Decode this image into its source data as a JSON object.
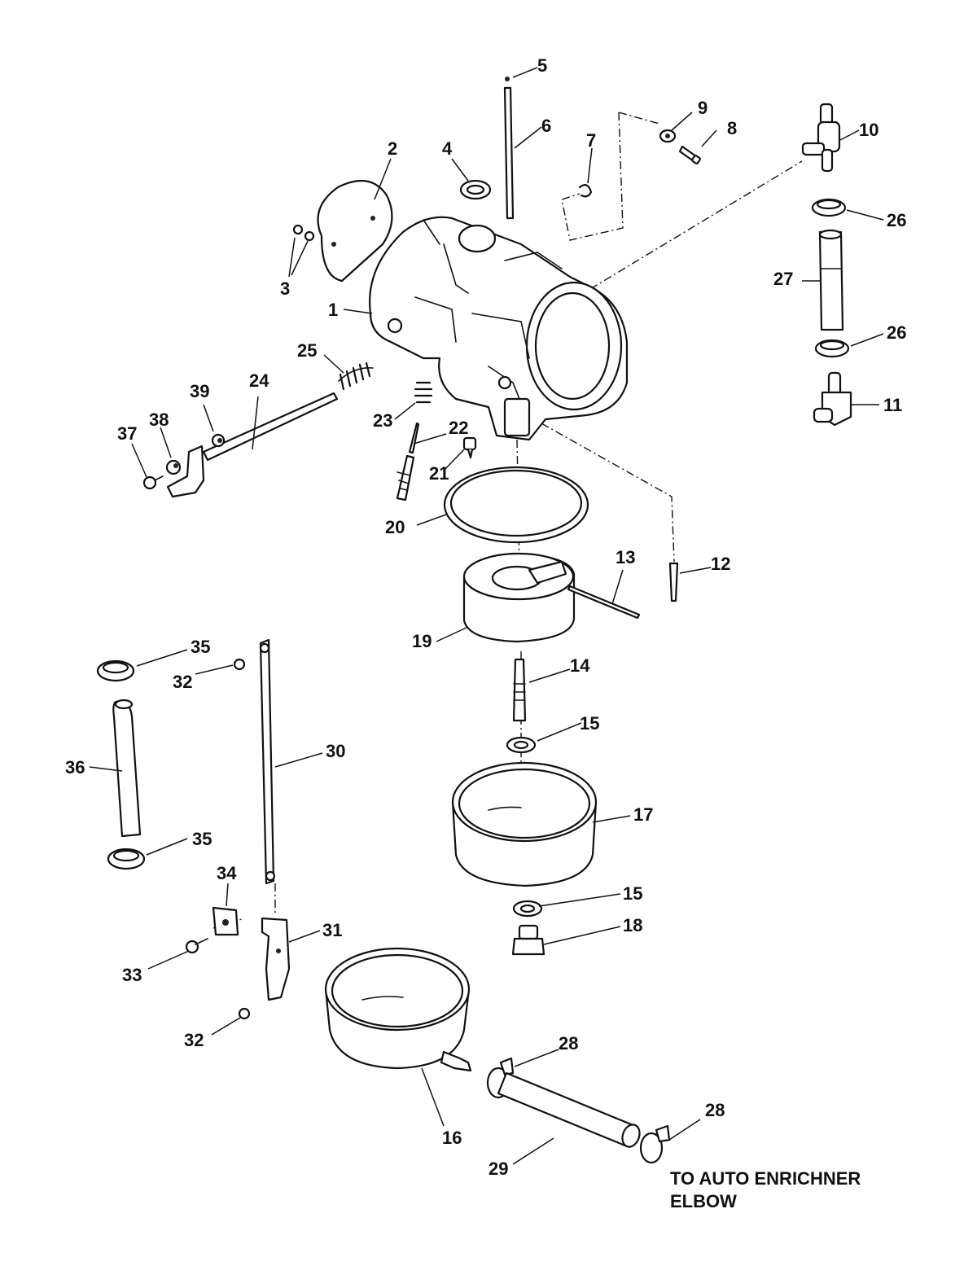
{
  "callouts": [
    {
      "id": "1",
      "label": "1"
    },
    {
      "id": "2",
      "label": "2"
    },
    {
      "id": "3",
      "label": "3"
    },
    {
      "id": "4",
      "label": "4"
    },
    {
      "id": "5",
      "label": "5"
    },
    {
      "id": "6",
      "label": "6"
    },
    {
      "id": "7",
      "label": "7"
    },
    {
      "id": "8",
      "label": "8"
    },
    {
      "id": "9",
      "label": "9"
    },
    {
      "id": "10",
      "label": "10"
    },
    {
      "id": "11",
      "label": "11"
    },
    {
      "id": "12",
      "label": "12"
    },
    {
      "id": "13",
      "label": "13"
    },
    {
      "id": "14",
      "label": "14"
    },
    {
      "id": "15a",
      "label": "15"
    },
    {
      "id": "15b",
      "label": "15"
    },
    {
      "id": "16",
      "label": "16"
    },
    {
      "id": "17",
      "label": "17"
    },
    {
      "id": "18",
      "label": "18"
    },
    {
      "id": "19",
      "label": "19"
    },
    {
      "id": "20",
      "label": "20"
    },
    {
      "id": "21",
      "label": "21"
    },
    {
      "id": "22",
      "label": "22"
    },
    {
      "id": "23",
      "label": "23"
    },
    {
      "id": "24",
      "label": "24"
    },
    {
      "id": "25",
      "label": "25"
    },
    {
      "id": "26a",
      "label": "26"
    },
    {
      "id": "26b",
      "label": "26"
    },
    {
      "id": "27",
      "label": "27"
    },
    {
      "id": "28a",
      "label": "28"
    },
    {
      "id": "28b",
      "label": "28"
    },
    {
      "id": "29",
      "label": "29"
    },
    {
      "id": "30",
      "label": "30"
    },
    {
      "id": "31",
      "label": "31"
    },
    {
      "id": "32a",
      "label": "32"
    },
    {
      "id": "32b",
      "label": "32"
    },
    {
      "id": "33",
      "label": "33"
    },
    {
      "id": "34",
      "label": "34"
    },
    {
      "id": "35a",
      "label": "35"
    },
    {
      "id": "35b",
      "label": "35"
    },
    {
      "id": "36",
      "label": "36"
    },
    {
      "id": "37",
      "label": "37"
    },
    {
      "id": "38",
      "label": "38"
    },
    {
      "id": "39",
      "label": "39"
    }
  ],
  "note": {
    "line1": "TO AUTO ENRICHNER",
    "line2": "ELBOW"
  }
}
